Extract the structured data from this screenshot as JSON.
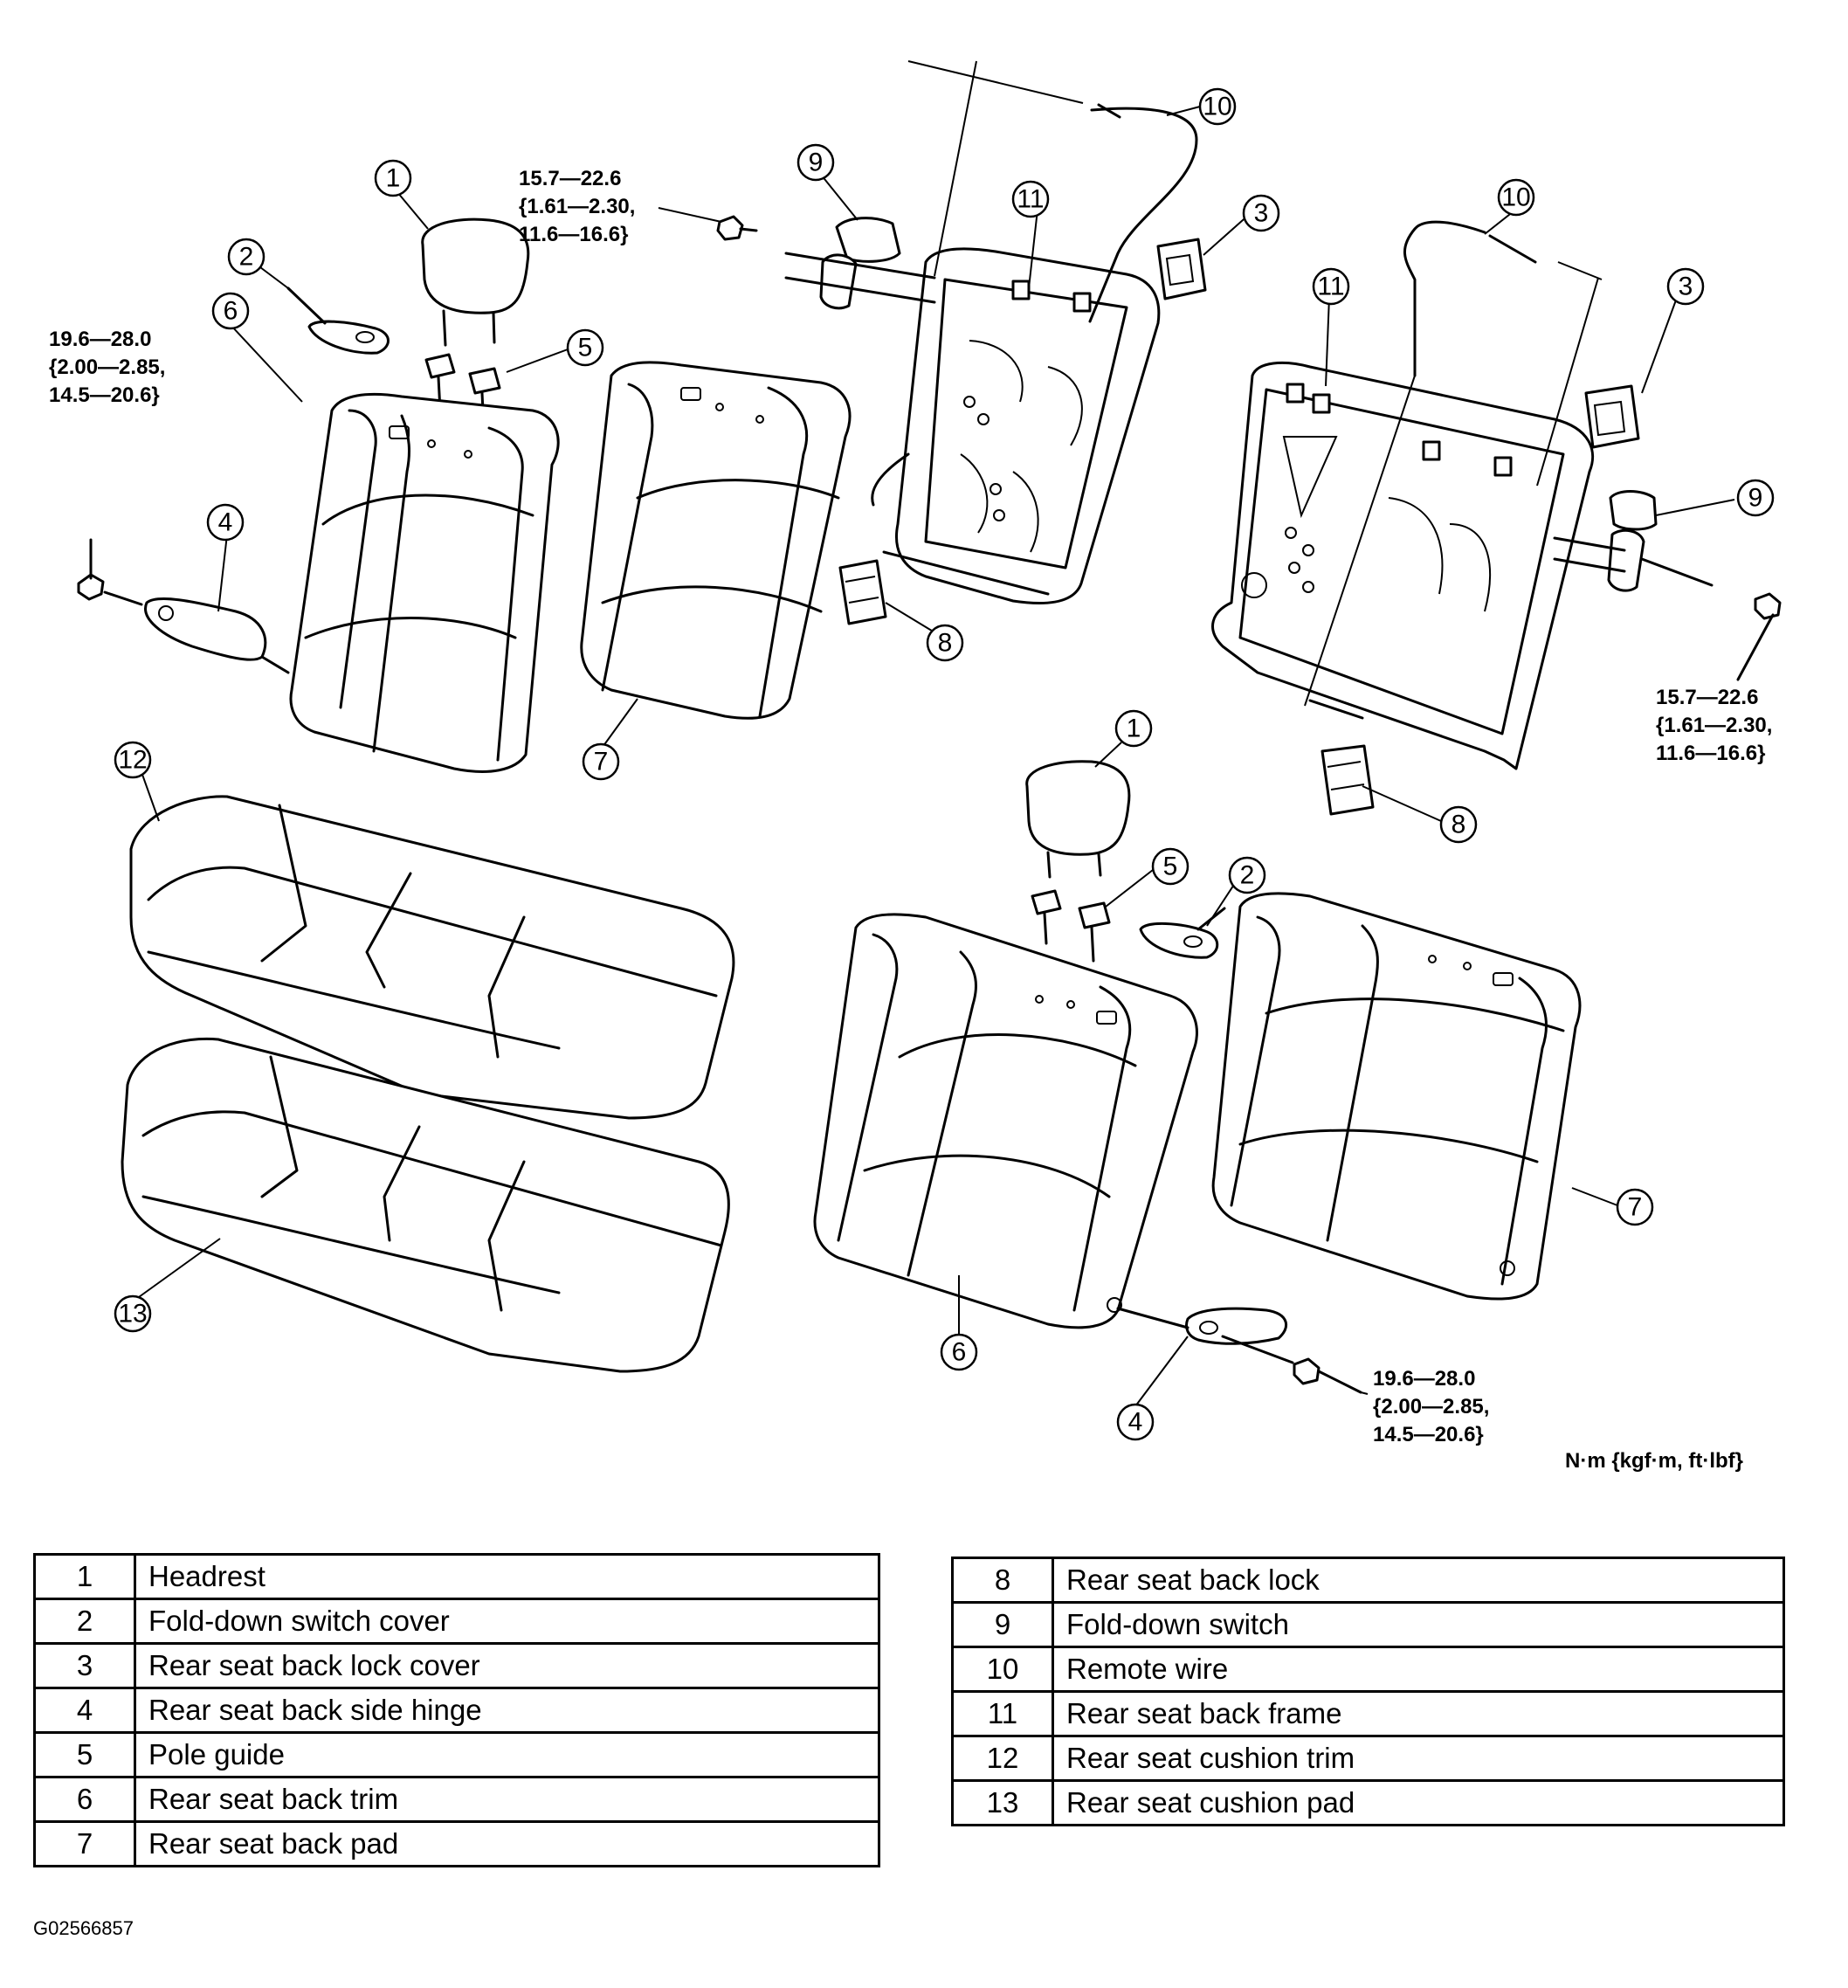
{
  "torque_specs": {
    "spec_a": [
      "15.7—22.6",
      "{1.61—2.30,",
      "11.6—16.6}"
    ],
    "spec_b": [
      "19.6—28.0",
      "{2.00—2.85,",
      "14.5—20.6}"
    ]
  },
  "units_note": "N·m {kgf·m, ft·lbf}",
  "callout_marks": [
    "1",
    "2",
    "3",
    "4",
    "5",
    "6",
    "7",
    "8",
    "9",
    "10",
    "11",
    "12",
    "13"
  ],
  "parts_left": [
    {
      "num": "1",
      "name": "Headrest"
    },
    {
      "num": "2",
      "name": "Fold-down switch cover"
    },
    {
      "num": "3",
      "name": "Rear seat back lock cover"
    },
    {
      "num": "4",
      "name": "Rear seat back side hinge"
    },
    {
      "num": "5",
      "name": "Pole guide"
    },
    {
      "num": "6",
      "name": "Rear seat back trim"
    },
    {
      "num": "7",
      "name": "Rear seat back pad"
    }
  ],
  "parts_right": [
    {
      "num": "8",
      "name": "Rear seat back lock"
    },
    {
      "num": "9",
      "name": "Fold-down switch"
    },
    {
      "num": "10",
      "name": "Remote wire"
    },
    {
      "num": "11",
      "name": "Rear seat back frame"
    },
    {
      "num": "12",
      "name": "Rear seat cushion trim"
    },
    {
      "num": "13",
      "name": "Rear seat cushion pad"
    }
  ],
  "figure_id": "G02566857"
}
